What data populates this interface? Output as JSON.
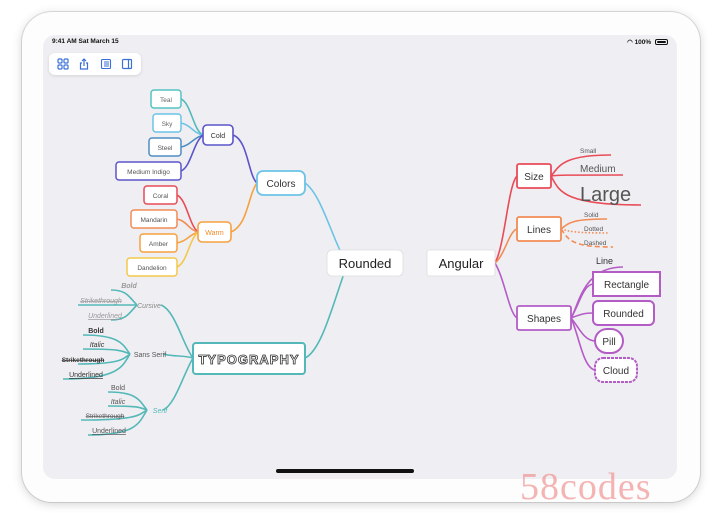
{
  "status": {
    "time": "9:41 AM  Sat March 15",
    "battery": "100%"
  },
  "toolbar": {
    "items": [
      "grid-icon",
      "share-icon",
      "outline-icon",
      "sidebar-icon"
    ]
  },
  "mindmap": {
    "center_left": "Rounded",
    "center_right": "Angular",
    "colors": {
      "label": "Colors",
      "cold": {
        "label": "Cold",
        "items": [
          "Teal",
          "Sky",
          "Steel",
          "Medium Indigo"
        ]
      },
      "warm": {
        "label": "Warm",
        "items": [
          "Coral",
          "Mandarin",
          "Amber",
          "Dandelion"
        ]
      }
    },
    "typography": {
      "label": "TYPOGRAPHY",
      "cursive": {
        "label": "Cursive",
        "items": [
          "Bold",
          "Strikethrough",
          "Underlined"
        ]
      },
      "sans": {
        "label": "Sans Serif",
        "items": [
          "Bold",
          "Italic",
          "Strikethrough",
          "Underlined"
        ]
      },
      "serif": {
        "label": "Serif",
        "items": [
          "Bold",
          "Italic",
          "Strikethrough",
          "Underlined"
        ]
      }
    },
    "size": {
      "label": "Size",
      "items": [
        "Small",
        "Medium",
        "Large"
      ]
    },
    "lines": {
      "label": "Lines",
      "items": [
        "Solid",
        "Dotted",
        "Dashed"
      ]
    },
    "shapes": {
      "label": "Shapes",
      "items": [
        "Line",
        "Rectangle",
        "Rounded",
        "Pill",
        "Cloud"
      ]
    }
  },
  "watermark": "58codes",
  "palette": {
    "sky": "#6cc3e6",
    "indigo": "#5b55c9",
    "warm": "#f5a13f",
    "teal": "#55b8b8",
    "red": "#e94b57",
    "orange": "#f28b55",
    "purple": "#b45cc6"
  }
}
